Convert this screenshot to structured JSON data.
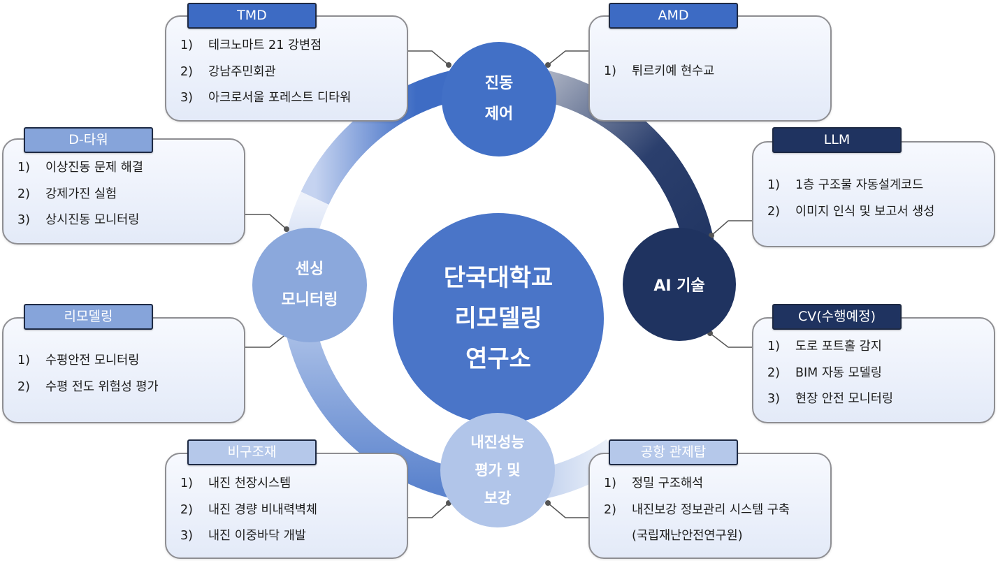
{
  "colors": {
    "blue": "#4270c6",
    "navy": "#1f3360",
    "mid_blue": "#8ba8dc",
    "pale_blue": "#b1c5e9",
    "connector": "#555555"
  },
  "center": {
    "line1": "단국대학교",
    "line2": "리모델링",
    "line3": "연구소"
  },
  "nodes": {
    "vibration": {
      "line1": "진동",
      "line2": "제어"
    },
    "ai": {
      "label": "AI 기술"
    },
    "sensing": {
      "line1": "센싱",
      "line2": "모니터링"
    },
    "seismic": {
      "line1": "내진성능",
      "line2": "평가 및",
      "line3": "보강"
    }
  },
  "boxes": {
    "tmd": {
      "title": "TMD",
      "items": [
        {
          "num": "1)",
          "text": "테크노마트 21 강변점"
        },
        {
          "num": "2)",
          "text": "강남주민회관"
        },
        {
          "num": "3)",
          "text": "아크로서울 포레스트 디타워"
        }
      ]
    },
    "amd": {
      "title": "AMD",
      "items": [
        {
          "num": "1)",
          "text": "튀르키예 현수교"
        }
      ]
    },
    "dtower": {
      "title": "D-타워",
      "items": [
        {
          "num": "1)",
          "text": "이상진동 문제 해결"
        },
        {
          "num": "2)",
          "text": "강제가진 실험"
        },
        {
          "num": "3)",
          "text": "상시진동 모니터링"
        }
      ]
    },
    "llm": {
      "title": "LLM",
      "items": [
        {
          "num": "1)",
          "text": "1층 구조물 자동설계코드"
        },
        {
          "num": "2)",
          "text": "이미지 인식 및 보고서 생성"
        }
      ]
    },
    "remodel": {
      "title": "리모델링",
      "items": [
        {
          "num": "1)",
          "text": "수평안전 모니터링"
        },
        {
          "num": "2)",
          "text": "수평 전도 위험성 평가"
        }
      ]
    },
    "cv": {
      "title": "CV(수행예정)",
      "items": [
        {
          "num": "1)",
          "text": "도로 포트홀 감지"
        },
        {
          "num": "2)",
          "text": "BIM 자동 모델링"
        },
        {
          "num": "3)",
          "text": "현장 안전 모니터링"
        }
      ]
    },
    "bigu": {
      "title": "비구조재",
      "items": [
        {
          "num": "1)",
          "text": "내진 천장시스템"
        },
        {
          "num": "2)",
          "text": "내진 경량 비내력벽체"
        },
        {
          "num": "3)",
          "text": "내진 이중바닥 개발"
        }
      ]
    },
    "airport": {
      "title": "공항 관제탑",
      "items": [
        {
          "num": "1)",
          "text": "정밀 구조해석"
        },
        {
          "num": "2)",
          "text": "내진보강 정보관리 시스템 구축"
        },
        {
          "num": "",
          "text": "(국립재난안전연구원)"
        }
      ]
    }
  }
}
